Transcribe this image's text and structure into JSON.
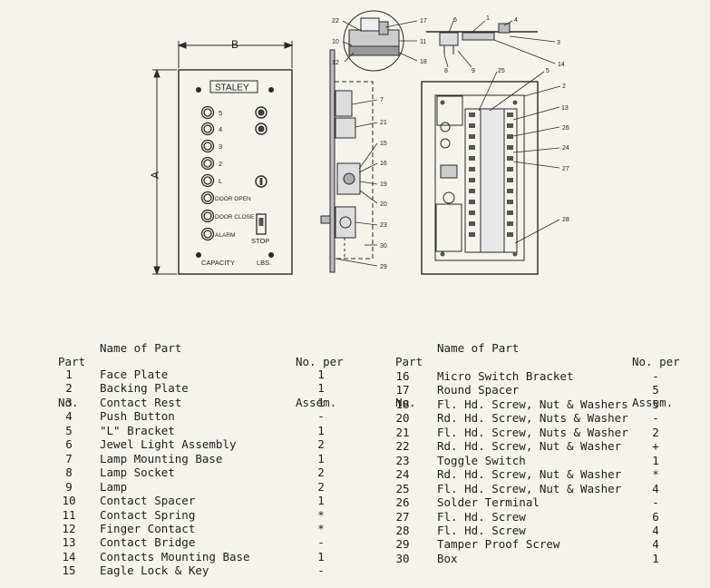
{
  "drawing": {
    "dim_a": "A",
    "dim_b": "B",
    "plate_brand": "STALEY",
    "buttons": [
      "5",
      "4",
      "3",
      "2",
      "L",
      "DOOR OPEN",
      "DOOR CLOSE",
      "ALARM"
    ],
    "stop_label": "STOP",
    "capacity_label": "CAPACITY",
    "lbs_label": "LBS.",
    "callouts": [
      "1",
      "2",
      "3",
      "4",
      "5",
      "6",
      "7",
      "8",
      "9",
      "10",
      "11",
      "12",
      "13",
      "14",
      "15",
      "16",
      "17",
      "18",
      "19",
      "20",
      "21",
      "22",
      "23",
      "24",
      "25",
      "26",
      "27",
      "28",
      "29",
      "30"
    ]
  },
  "table": {
    "headers": {
      "part_line1": "Part",
      "part_line2": "No.",
      "name": "Name of Part",
      "qty_line1": "No. per",
      "qty_line2": "Assem."
    },
    "left_rows": [
      {
        "no": "1",
        "name": "Face Plate",
        "qty": "1"
      },
      {
        "no": "2",
        "name": "Backing Plate",
        "qty": "1"
      },
      {
        "no": "3",
        "name": "Contact Rest",
        "qty": "1"
      },
      {
        "no": "4",
        "name": "Push Button",
        "qty": "-"
      },
      {
        "no": "5",
        "name": "\"L\" Bracket",
        "qty": "1"
      },
      {
        "no": "6",
        "name": "Jewel Light Assembly",
        "qty": "2"
      },
      {
        "no": "7",
        "name": "Lamp Mounting Base",
        "qty": "1"
      },
      {
        "no": "8",
        "name": "Lamp Socket",
        "qty": "2"
      },
      {
        "no": "9",
        "name": "Lamp",
        "qty": "2"
      },
      {
        "no": "10",
        "name": "Contact Spacer",
        "qty": "1"
      },
      {
        "no": "11",
        "name": "Contact Spring",
        "qty": "*"
      },
      {
        "no": "12",
        "name": "Finger Contact",
        "qty": "*"
      },
      {
        "no": "13",
        "name": "Contact Bridge",
        "qty": "-"
      },
      {
        "no": "14",
        "name": "Contacts Mounting Base",
        "qty": "1"
      },
      {
        "no": "15",
        "name": "Eagle Lock & Key",
        "qty": "-"
      }
    ],
    "right_rows": [
      {
        "no": "16",
        "name": "Micro Switch Bracket",
        "qty": "-"
      },
      {
        "no": "17",
        "name": "Round Spacer",
        "qty": "5"
      },
      {
        "no": "18",
        "name": "Fl. Hd. Screw, Nut & Washers",
        "qty": "5"
      },
      {
        "no": "20",
        "name": "Rd. Hd. Screw, Nuts & Washer",
        "qty": "-"
      },
      {
        "no": "21",
        "name": "Fl. Hd. Screw, Nuts & Washer",
        "qty": "2"
      },
      {
        "no": "22",
        "name": "Rd. Hd. Screw, Nut & Washer",
        "qty": "+"
      },
      {
        "no": "23",
        "name": "Toggle Switch",
        "qty": "1"
      },
      {
        "no": "24",
        "name": "Rd. Hd. Screw, Nut & Washer",
        "qty": "*"
      },
      {
        "no": "25",
        "name": "Fl. Hd. Screw, Nut & Washer",
        "qty": "4"
      },
      {
        "no": "26",
        "name": "Solder Terminal",
        "qty": "-"
      },
      {
        "no": "27",
        "name": "Fl. Hd. Screw",
        "qty": "6"
      },
      {
        "no": "28",
        "name": "Fl. Hd. Screw",
        "qty": "4"
      },
      {
        "no": "29",
        "name": "Tamper Proof Screw",
        "qty": "4"
      },
      {
        "no": "30",
        "name": "Box",
        "qty": "1"
      }
    ]
  }
}
